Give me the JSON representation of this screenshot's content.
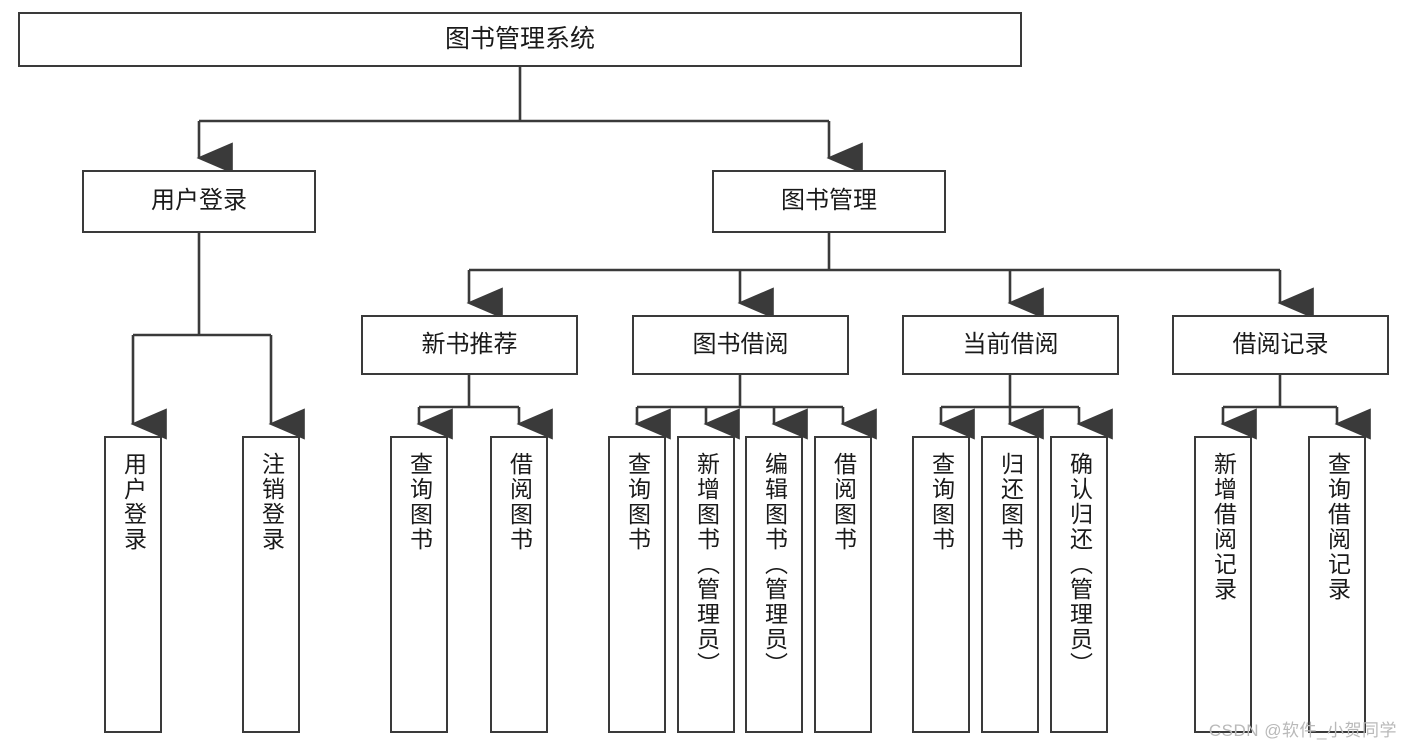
{
  "diagram": {
    "title": "图书管理系统",
    "root": {
      "id": "root",
      "label": "图书管理系统"
    },
    "level2": [
      {
        "id": "user-login",
        "label": "用户登录"
      },
      {
        "id": "book-manage",
        "label": "图书管理"
      }
    ],
    "level3": [
      {
        "id": "new-book-recommend",
        "label": "新书推荐"
      },
      {
        "id": "book-borrow",
        "label": "图书借阅"
      },
      {
        "id": "current-borrow",
        "label": "当前借阅"
      },
      {
        "id": "borrow-record",
        "label": "借阅记录"
      }
    ],
    "leaves": {
      "user_login": [
        {
          "id": "leaf-user-login",
          "label": "用户登录"
        },
        {
          "id": "leaf-logout-login",
          "label": "注销登录"
        }
      ],
      "new_book_recommend": [
        {
          "id": "leaf-query-book-1",
          "label": "查询图书"
        },
        {
          "id": "leaf-borrow-book-1",
          "label": "借阅图书"
        }
      ],
      "book_borrow": [
        {
          "id": "leaf-query-book-2",
          "label": "查询图书"
        },
        {
          "id": "leaf-add-book",
          "label": "新增图书（管理员）"
        },
        {
          "id": "leaf-edit-book",
          "label": "编辑图书（管理员）"
        },
        {
          "id": "leaf-borrow-book-2",
          "label": "借阅图书"
        }
      ],
      "current_borrow": [
        {
          "id": "leaf-query-book-3",
          "label": "查询图书"
        },
        {
          "id": "leaf-return-book",
          "label": "归还图书"
        },
        {
          "id": "leaf-confirm-return",
          "label": "确认归还（管理员）"
        }
      ],
      "borrow_record": [
        {
          "id": "leaf-add-record",
          "label": "新增借阅记录"
        },
        {
          "id": "leaf-query-record",
          "label": "查询借阅记录"
        }
      ]
    },
    "colors": {
      "box_border": "#3a3a3a",
      "box_fill": "#ffffff",
      "connector": "#3a3a3a",
      "text": "#1a1a1a",
      "watermark": "#b9b9b9",
      "background": "#ffffff"
    }
  },
  "watermark": {
    "text": "CSDN @软件_小贺同学"
  }
}
